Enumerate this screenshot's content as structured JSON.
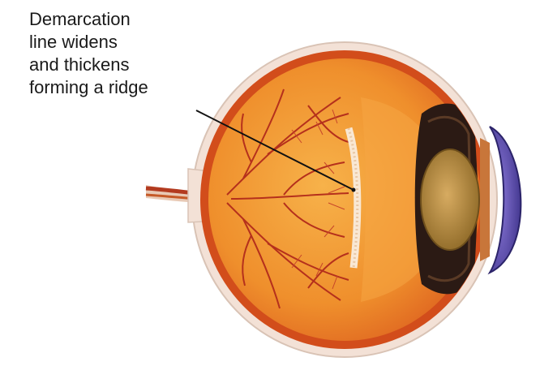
{
  "annotation": {
    "lines": [
      "Demarcation",
      "line widens",
      "and thickens",
      "forming a ridge"
    ]
  },
  "colors": {
    "sclera": "#f1ddd0",
    "choroid": "#d9541f",
    "retina": "#ee8a2c",
    "vitreous": "#f2a23a",
    "vessels": "#b8321e",
    "lens": "#b98c3e",
    "cornea": "#4d3f9e",
    "leader": "#111111"
  }
}
